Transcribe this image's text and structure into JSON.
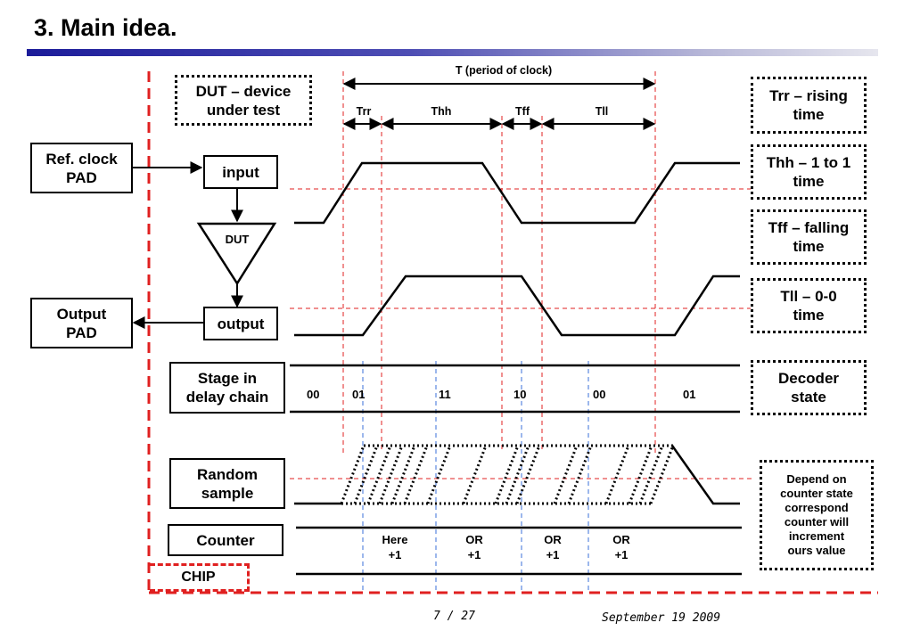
{
  "title": "3. Main idea.",
  "left_boxes": {
    "ref_clock": "Ref. clock\nPAD",
    "output_pad": "Output\nPAD",
    "input": "input",
    "output": "output",
    "dut": "DUT",
    "dut_legend": "DUT – device\nunder test"
  },
  "row_labels": {
    "stage": "Stage in\ndelay chain",
    "random": "Random\nsample",
    "counter": "Counter",
    "chip": "CHIP"
  },
  "timing": {
    "period": "T (period of clock)",
    "trr": "Trr",
    "thh": "Thh",
    "tff": "Tff",
    "tll": "Tll"
  },
  "states": [
    "00",
    "01",
    "11",
    "10",
    "00",
    "01"
  ],
  "counter_labels": [
    "Here\n+1",
    "OR\n+1",
    "OR\n+1",
    "OR\n+1"
  ],
  "legend": {
    "trr": "Trr – rising\ntime",
    "thh": "Thh – 1 to 1\ntime",
    "tff": "Tff – falling\ntime",
    "tll": "Tll – 0-0\ntime",
    "decoder": "Decoder\nstate",
    "depend": "Depend on\ncounter state\ncorrespond\ncounter will\nincrement\nours value"
  },
  "footer": {
    "page": "7 / 27",
    "date": "September 19 2009"
  },
  "colors": {
    "title_bar": "#1c1c9a",
    "red_dashed": "#e02020",
    "blue_dashed": "#3a6fd8"
  }
}
